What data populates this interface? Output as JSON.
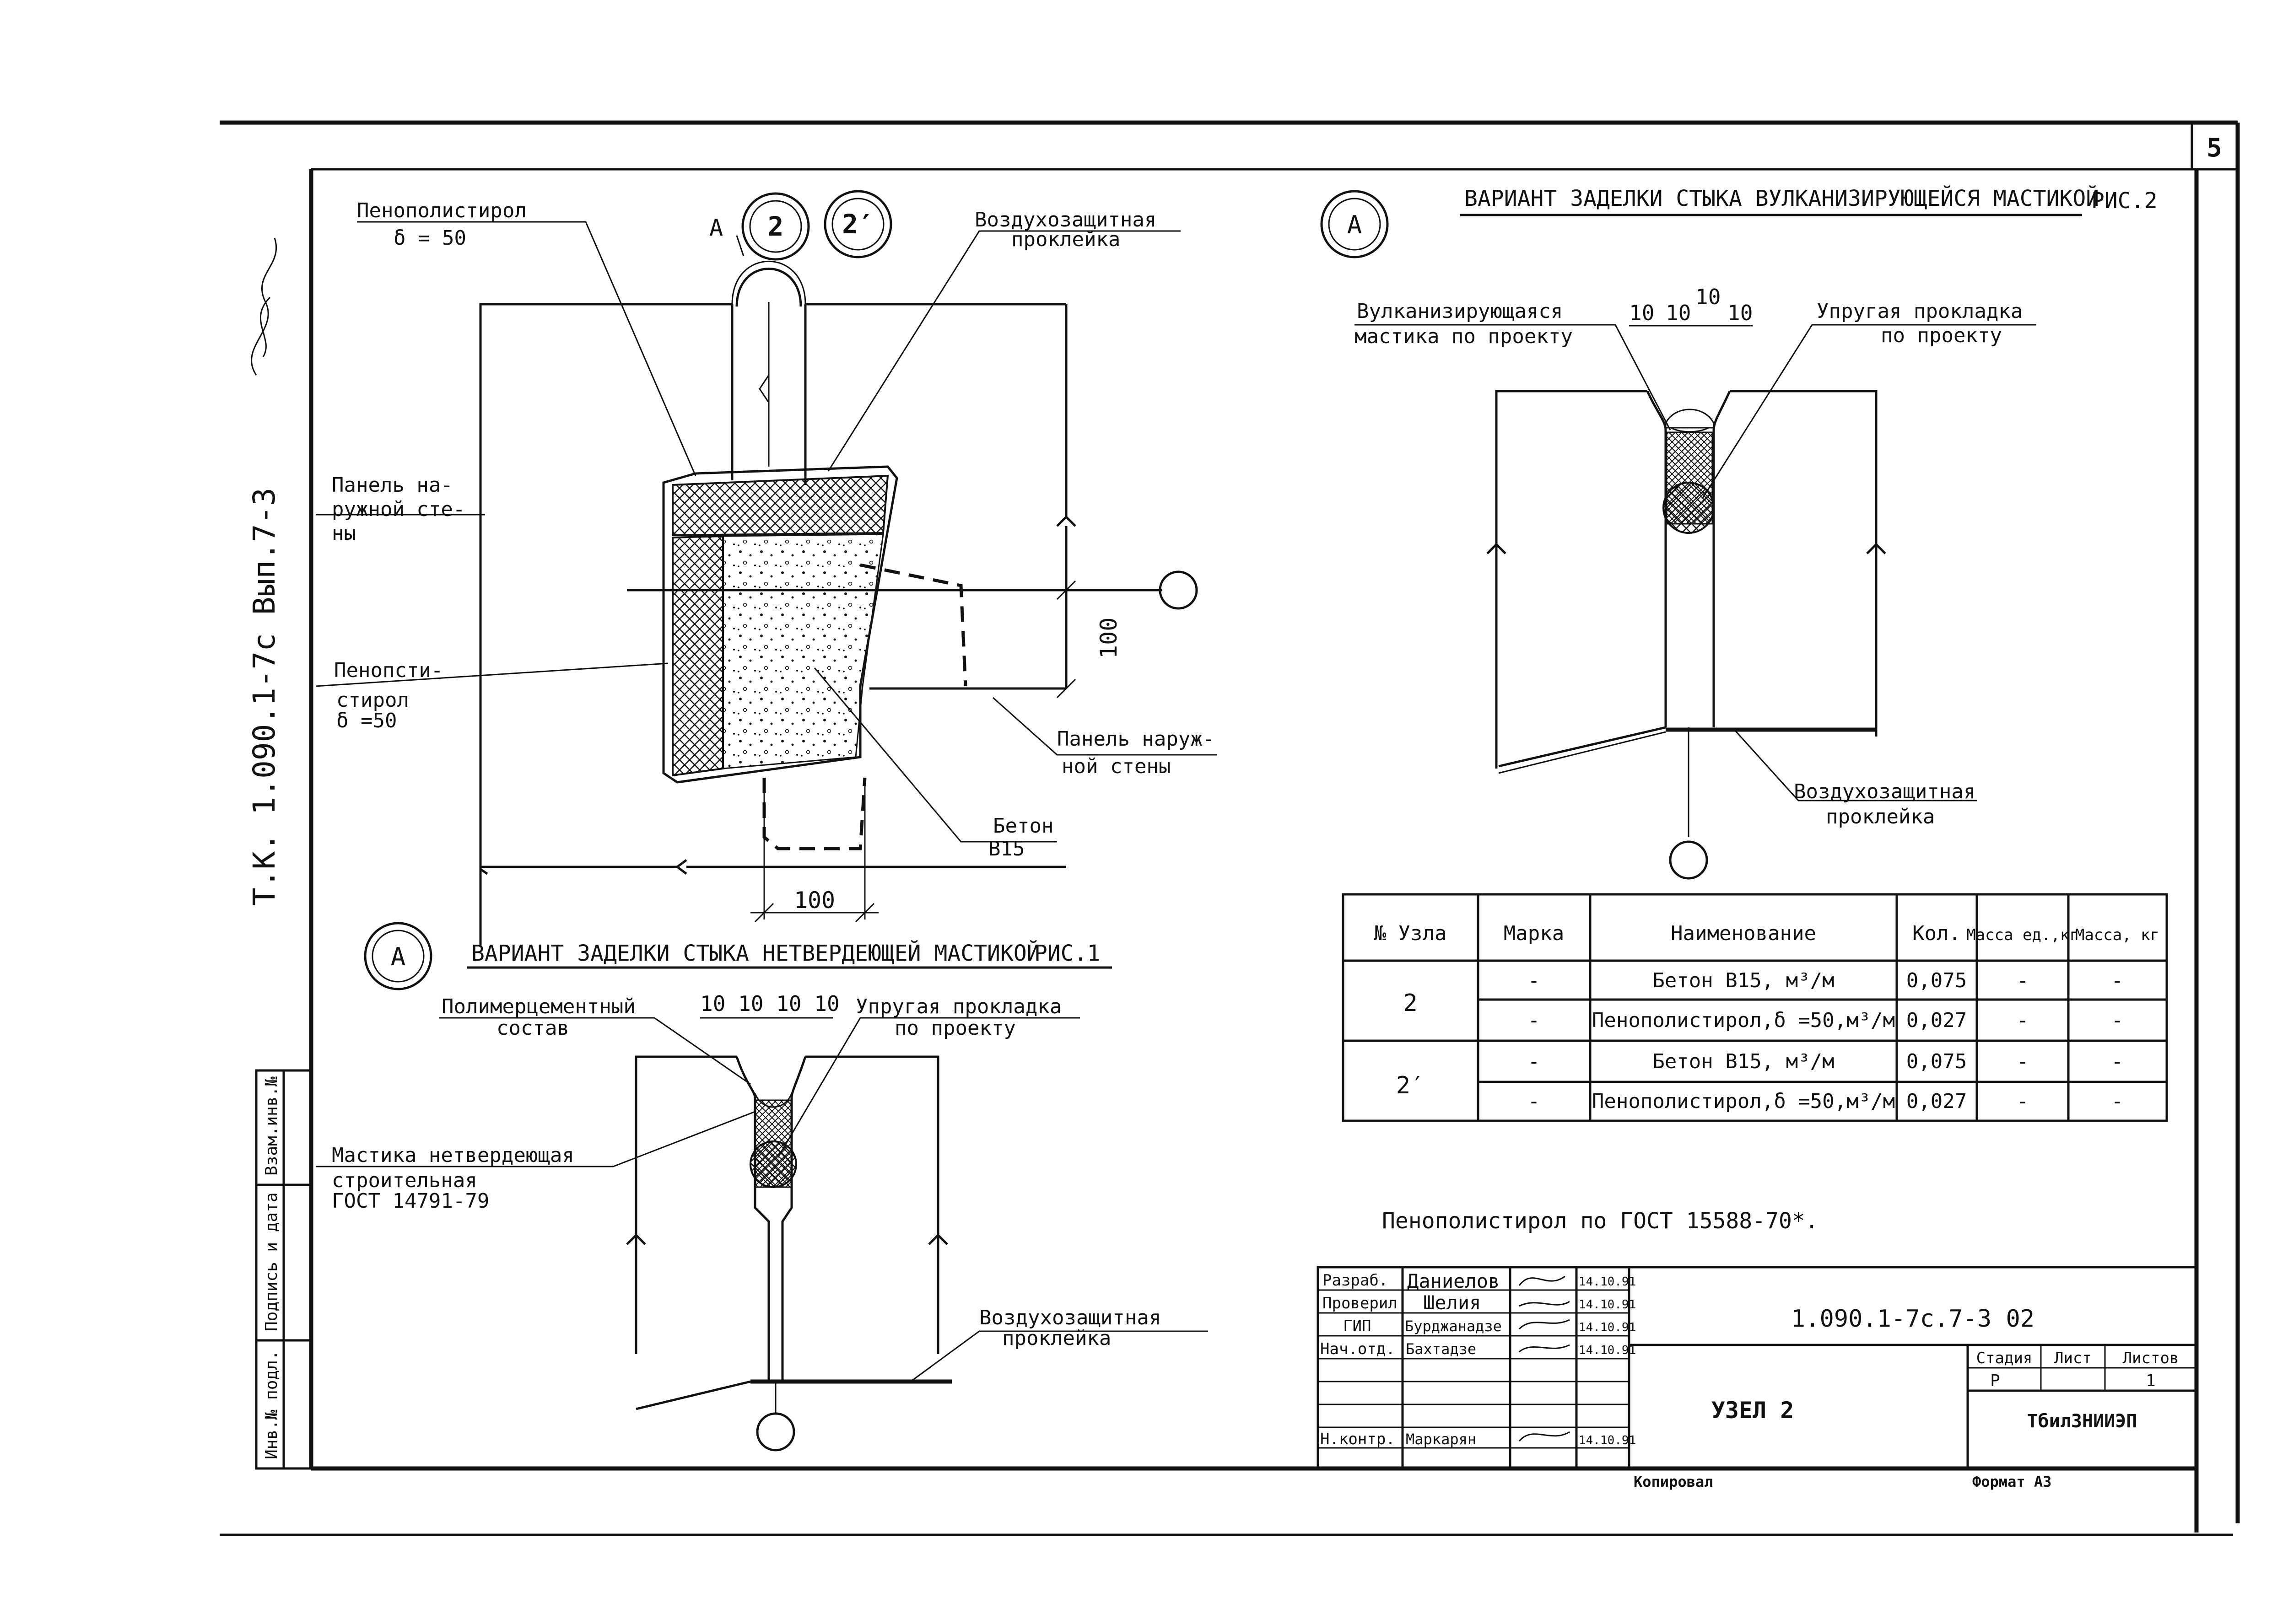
{
  "sheet_number": "5",
  "side_text": {
    "signature": "",
    "album_code": "Т.К. 1.090.1-7с Вып.7-3"
  },
  "main_node": {
    "markers": {
      "a": "А",
      "node2": "2",
      "node2p": "2′"
    },
    "labels": {
      "foam_top": [
        "Пенополистирол",
        "δ = 50"
      ],
      "air_protect": [
        "Воздухозащитная",
        "проклейка"
      ],
      "panel_outer_left": [
        "Панель на-",
        "ружной сте-",
        "ны"
      ],
      "foam_left": [
        "Пенопсти-",
        "стирол",
        "δ =50"
      ],
      "panel_outer_right": [
        "Панель наруж-",
        "ной стены"
      ],
      "concrete": [
        "Бетон",
        "В15"
      ]
    },
    "dims": {
      "vertical": "100",
      "horizontal": "100"
    }
  },
  "fig1": {
    "marker": "А",
    "title": "ВАРИАНТ ЗАДЕЛКИ СТЫКА НЕТВЕРДЕЮЩЕЙ МАСТИКОЙ",
    "fig_label": "РИС.1",
    "dims": "10 10 10 10",
    "labels": {
      "polymer": [
        "Полимерцементный",
        "состав"
      ],
      "elastic": [
        "Упругая прокладка",
        "по проекту"
      ],
      "mastic": [
        "Мастика нетвердеющая",
        "строительная",
        "ГОСТ 14791-79"
      ],
      "air": [
        "Воздухозащитная",
        "проклейка"
      ]
    }
  },
  "fig2": {
    "marker": "А",
    "title": "ВАРИАНТ ЗАДЕЛКИ СТЫКА ВУЛКАНИЗИРУЮЩЕЙСЯ МАСТИКОЙ",
    "fig_label": "РИС.2",
    "dims": [
      "10",
      "10",
      "10",
      "10"
    ],
    "labels": {
      "vulc": [
        "Вулканизирующаяся",
        "мастика по проекту"
      ],
      "elastic": [
        "Упругая прокладка",
        "по проекту"
      ],
      "air": [
        "Воздухозащитная",
        "проклейка"
      ]
    }
  },
  "spec_table": {
    "headers": [
      "№ Узла",
      "Марка",
      "Наименование",
      "Кол.",
      "Масса ед.,кг",
      "Масса, кг"
    ],
    "groups": [
      {
        "node": "2",
        "rows": [
          {
            "mark": "-",
            "name": "Бетон В15, м³/м",
            "qty": "0,075",
            "unit_mass": "-",
            "mass": "-"
          },
          {
            "mark": "-",
            "name": "Пенополистирол,δ =50,м³/м",
            "qty": "0,027",
            "unit_mass": "-",
            "mass": "-"
          }
        ]
      },
      {
        "node": "2′",
        "rows": [
          {
            "mark": "-",
            "name": "Бетон В15, м³/м",
            "qty": "0,075",
            "unit_mass": "-",
            "mass": "-"
          },
          {
            "mark": "-",
            "name": "Пенополистирол,δ =50,м³/м",
            "qty": "0,027",
            "unit_mass": "-",
            "mass": "-"
          }
        ]
      }
    ]
  },
  "note": "Пенополистирол по ГОСТ 15588-70*.",
  "stamp_side": [
    "Инв.№ подл.",
    "Подпись и дата",
    "Взам.инв.№"
  ],
  "title_block": {
    "roles": [
      {
        "role": "Разраб.",
        "name": "Даниелов",
        "date": "14.10.91"
      },
      {
        "role": "Проверил",
        "name": "Шелия",
        "date": "14.10.91"
      },
      {
        "role": "ГИП",
        "name": "Бурджанадзе",
        "date": "14.10.91"
      },
      {
        "role": "Нач.отд.",
        "name": "Бахтадзе",
        "date": "14.10.91"
      },
      {
        "role": "",
        "name": "",
        "date": ""
      },
      {
        "role": "",
        "name": "",
        "date": ""
      },
      {
        "role": "Н.контр.",
        "name": "Маркарян",
        "date": "14.10.91"
      }
    ],
    "code": "1.090.1-7с.7-3 02",
    "sheet_title": "УЗЕЛ 2",
    "stage_header": "Стадия",
    "sheet_header": "Лист",
    "sheets_header": "Листов",
    "stage": "Р",
    "sheet": "",
    "sheets": "1",
    "org": "ТбилЗНИИЭП"
  },
  "footer": {
    "copied": "Копировал",
    "format": "Формат А3"
  }
}
